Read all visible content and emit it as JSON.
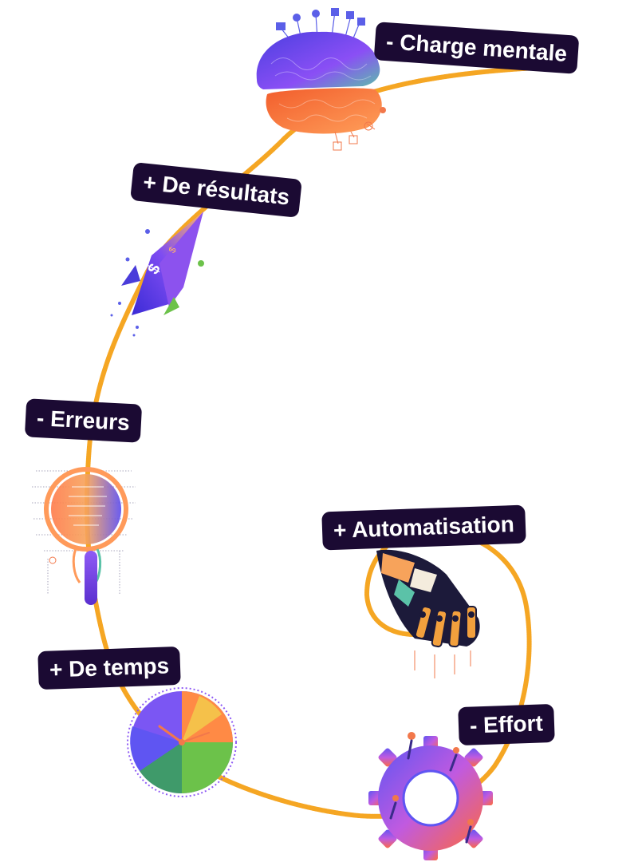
{
  "labels": {
    "charge_mentale": "- Charge mentale",
    "resultats": "+ De résultats",
    "erreurs": "- Erreurs",
    "automatisation": "+ Automatisation",
    "temps": "+ De temps",
    "effort": "- Effort"
  },
  "illustrations": {
    "brain": "brain-icon",
    "rocket": "rocket-icon",
    "magnifier": "magnifying-glass-icon",
    "robot_hand": "robot-hand-icon",
    "clock": "clock-icon",
    "gear": "gear-icon"
  },
  "colors": {
    "path": "#f5a623",
    "label_bg": "#1b0a33",
    "label_text": "#ffffff",
    "purple": "#6b4cf0",
    "orange": "#ff7a3d",
    "green": "#6cc24a"
  }
}
